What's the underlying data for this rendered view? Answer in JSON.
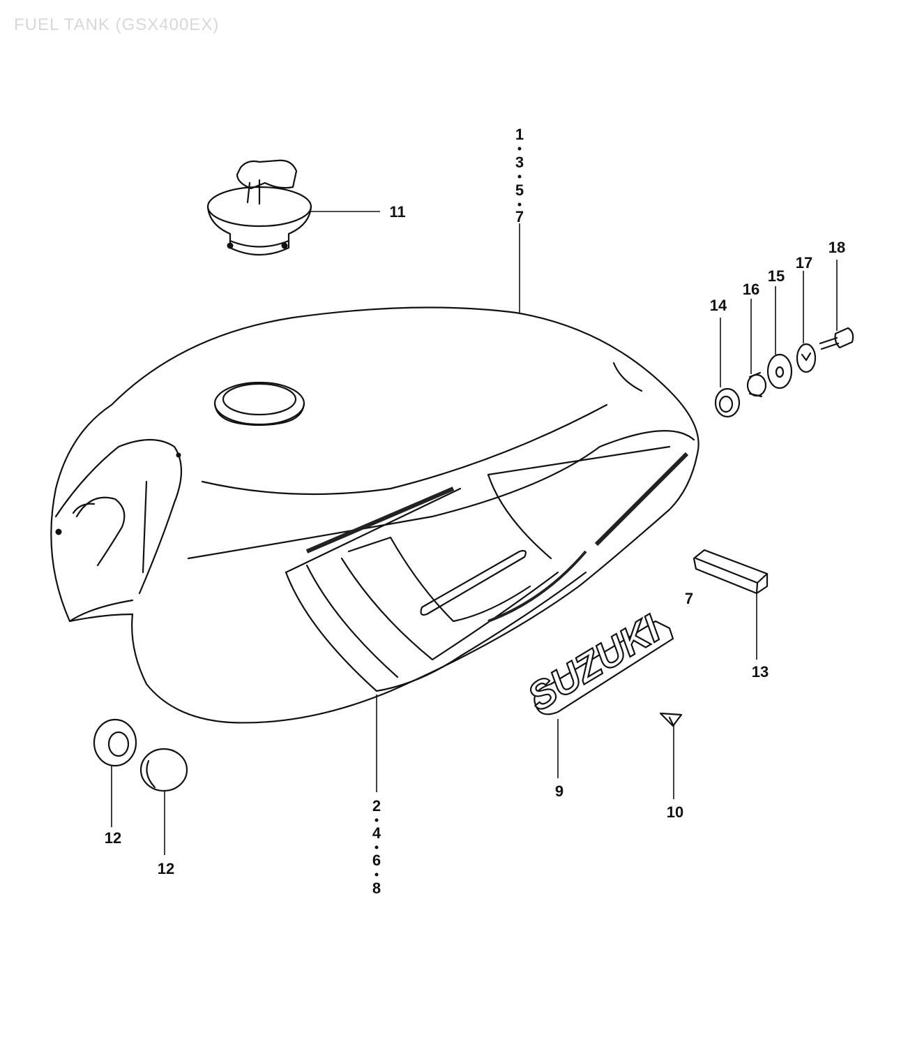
{
  "title": "FUEL TANK (GSX400EX)",
  "labels": {
    "fuel_tank_top": [
      "1",
      "3",
      "5",
      "7"
    ],
    "fuel_tank_bottom": [
      "2",
      "4",
      "6",
      "8"
    ],
    "fuel_cap": "11",
    "cushion_a": "12",
    "cushion_b": "12",
    "emblem": "9",
    "emblem_marker": "7",
    "screw": "10",
    "pad": "13",
    "item_14": "14",
    "item_16": "16",
    "item_15": "15",
    "item_17": "17",
    "item_18": "18"
  },
  "emblem_text": "SUZUKI"
}
